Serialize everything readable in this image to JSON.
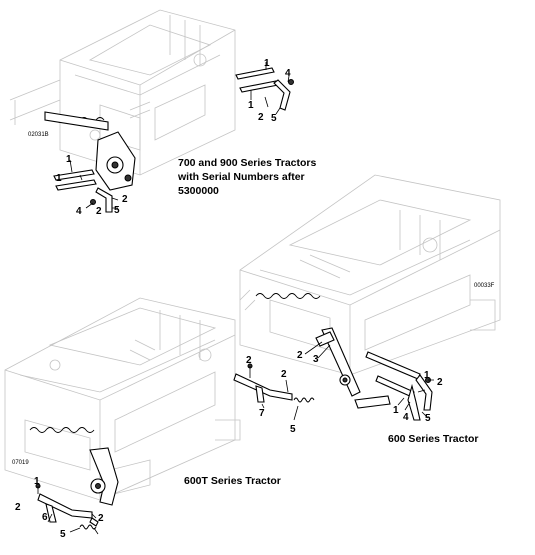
{
  "figure_codes": {
    "top": "02031B",
    "right": "00033F",
    "bottom": "07019"
  },
  "captions": {
    "top_line1": "700 and 900 Series Tractors",
    "top_line2": "with Serial Numbers  after",
    "top_line3": "5300000",
    "right": "600 Series Tractor",
    "bottom": "600T Series Tractor"
  },
  "callouts": {
    "top_right": [
      "1",
      "1",
      "4",
      "2",
      "5"
    ],
    "top_left": [
      "1",
      "1",
      "2",
      "4",
      "5",
      "2"
    ],
    "middle_right": [
      "2",
      "3",
      "1",
      "2",
      "4",
      "5",
      "1"
    ],
    "bottom_mid": [
      "2",
      "2",
      "7",
      "5"
    ],
    "bottom_left": [
      "1",
      "2",
      "6",
      "2",
      "5"
    ]
  }
}
